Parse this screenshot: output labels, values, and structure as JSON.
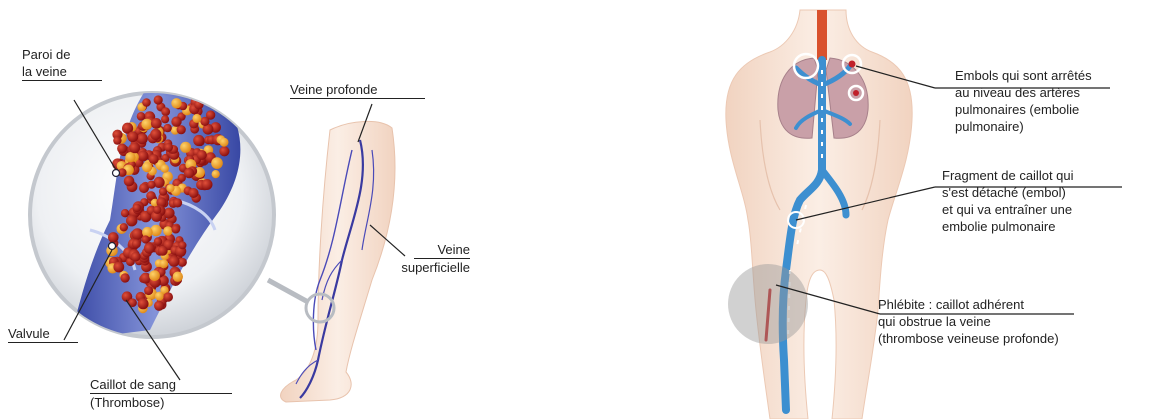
{
  "left_panel": {
    "paroi_line1": "Paroi de",
    "paroi_line2": "la veine",
    "veine_profonde": "Veine profonde",
    "veine_superficielle_line1": "Veine",
    "veine_superficielle_line2": "superficielle",
    "valvule": "Valvule",
    "caillot_line1": "Caillot de sang",
    "caillot_line2": "(Thrombose)"
  },
  "right_panel": {
    "embols_lines": [
      "Embols qui sont arrêtés",
      "au niveau des artères",
      "pulmonaires (embolie",
      "pulmonaire)"
    ],
    "fragment_lines": [
      "Fragment de caillot qui",
      "s'est détaché (embol)",
      "et qui va entraîner une",
      "embolie pulmonaire"
    ],
    "phlebite_lines": [
      "Phlébite : caillot adhérent",
      "qui obstrue la veine",
      "(thrombose veineuse profonde)"
    ]
  },
  "colors": {
    "blood_clot": "#9e1b1b",
    "vein_blue": "#3d8fd0",
    "deep_vein": "#3a3aa0",
    "skin": "#f7e2d4",
    "lung": "#c9a0a8"
  }
}
